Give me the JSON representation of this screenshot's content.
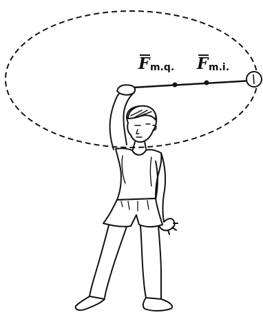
{
  "labels": {
    "force_1": {
      "symbol": "F",
      "subscript": "m.q."
    },
    "force_2": {
      "symbol": "F",
      "subscript": "m.i."
    }
  },
  "colors": {
    "ink": "#111111",
    "background": "#ffffff"
  },
  "icons": {
    "figure": "athlete-swinging-ball-figure",
    "orbit": "dashed-elliptical-path"
  }
}
